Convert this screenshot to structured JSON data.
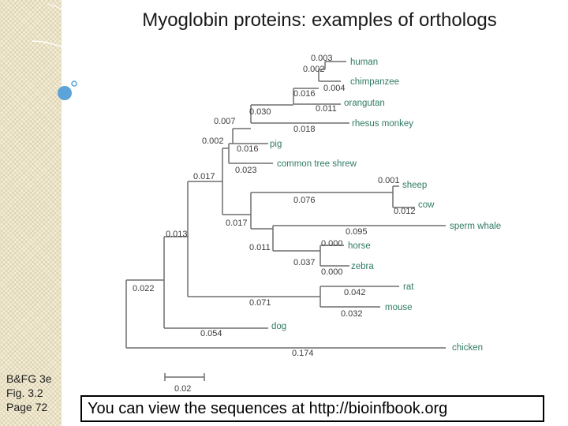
{
  "title": "Myoglobin proteins: examples of orthologs",
  "credit": [
    "B&FG 3e",
    "Fig. 3.2",
    "Page 72"
  ],
  "footer": "You can view the sequences at http://bioinfbook.org",
  "colors": {
    "taxon": "#2f7a64",
    "branch": "#6e6e6e",
    "sidebar": "#f3ecd6",
    "bullet": "#5ba3d9"
  },
  "tree": {
    "taxa": {
      "human": "human",
      "chimpanzee": "chimpanzee",
      "orangutan": "orangutan",
      "rhesus": "rhesus monkey",
      "pig": "pig",
      "treeshrew": "common tree shrew",
      "sheep": "sheep",
      "cow": "cow",
      "spermwhale": "sperm whale",
      "horse": "horse",
      "zebra": "zebra",
      "rat": "rat",
      "mouse": "mouse",
      "dog": "dog",
      "chicken": "chicken"
    },
    "branch_lengths": {
      "human": "0.003",
      "chimp_ht": "0.002",
      "chimpanzee": "0.004",
      "hc_group": "0.016",
      "orangutan": "0.011",
      "great_apes": "0.030",
      "rhesus": "0.018",
      "primates": "0.007",
      "pig": "0.016",
      "pig_primates": "0.002",
      "treeshrew": "0.023",
      "euarchont": "0.017",
      "sheep": "0.001",
      "cow": "0.012",
      "bovids": "0.076",
      "spermwhale": "0.095",
      "horse": "0.000",
      "zebra": "0.000",
      "equids": "0.037",
      "whale_equid": "0.011",
      "ungulates": "0.017",
      "placental": "0.013",
      "rat": "0.042",
      "mouse": "0.032",
      "rodents": "0.071",
      "dog": "0.054",
      "root_mammals": "0.022",
      "chicken": "0.174"
    },
    "scale_label": "0.02"
  }
}
